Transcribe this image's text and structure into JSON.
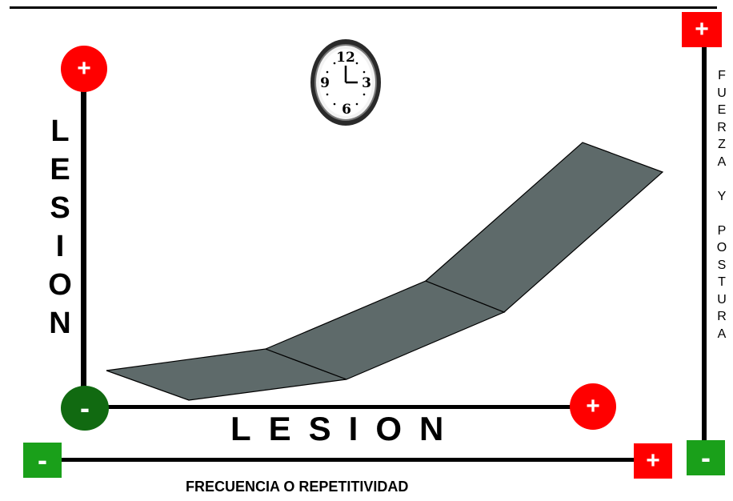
{
  "colors": {
    "red": "#ff0000",
    "green_dark": "#116a11",
    "green": "#1aa01a",
    "surface": "#5e6a6a"
  },
  "left_axis": {
    "label_letters": [
      "L",
      "E",
      "S",
      "I",
      "O",
      "N"
    ],
    "top_marker": "+",
    "origin_marker": "-"
  },
  "horizontal_axis": {
    "label": "LESION",
    "end_marker": "+"
  },
  "right_axis": {
    "label_letters": [
      "F",
      "U",
      "E",
      "R",
      "Z",
      "A",
      "",
      "Y",
      "",
      "P",
      "O",
      "S",
      "T",
      "U",
      "R",
      "A"
    ],
    "top_marker": "+",
    "bottom_marker": "-"
  },
  "bottom_axis": {
    "label": "FRECUENCIA O REPETITIVIDAD",
    "start_marker": "-",
    "end_marker": "+"
  },
  "clock": {
    "icon": "wall-clock-icon",
    "numerals": [
      "12",
      "3",
      "6",
      "9"
    ]
  }
}
